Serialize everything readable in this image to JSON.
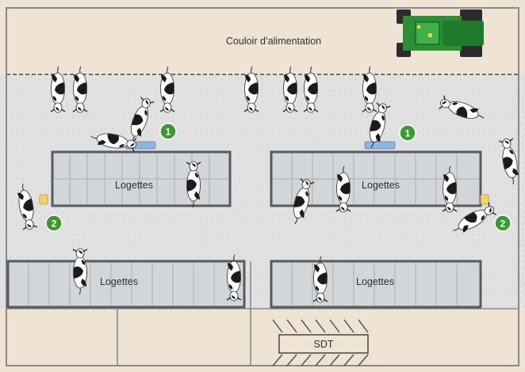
{
  "zones": {
    "feed_alley": "Couloir d’alimentation",
    "stalls": [
      "Logettes",
      "Logettes",
      "Logettes",
      "Logettes"
    ],
    "milking": "SDT"
  },
  "markers": [
    {
      "label": "1",
      "meaning": "feeder station"
    },
    {
      "label": "1",
      "meaning": "feeder station"
    },
    {
      "label": "2",
      "meaning": "station"
    },
    {
      "label": "2",
      "meaning": "station"
    }
  ],
  "colors": {
    "feed_alley": "#efe4d4",
    "barn_floor": "#e1e1e1",
    "stall_fill": "#d2d6d9",
    "stall_frame": "#555b60",
    "badge": "#3a9a2f",
    "tractor": "#2d8f35",
    "station": "#f1d26b",
    "feeder": "#8fb6e0"
  },
  "icons": {
    "tractor": "tractor-icon",
    "cow": "cow-icon"
  }
}
